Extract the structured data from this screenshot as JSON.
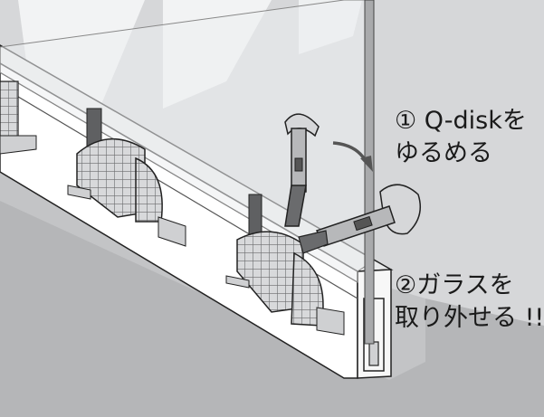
{
  "steps": [
    {
      "line1": "① Q-diskを",
      "line2": "ゆるめる"
    },
    {
      "line1": "②ガラスを",
      "line2": "取り外せる !!"
    }
  ],
  "colors": {
    "background": "#ffffff",
    "floor": "#b5b6b8",
    "wall": "#d6d7d9",
    "light": "#f2f3f4",
    "rail_face": "#ffffff",
    "rail_top": "#e9eaeb",
    "line": "#222222",
    "part_dark": "#5f6062",
    "part_mid": "#8f9092",
    "glass": "#eceef0"
  },
  "icons": [
    "rotate-arrow-icon"
  ]
}
